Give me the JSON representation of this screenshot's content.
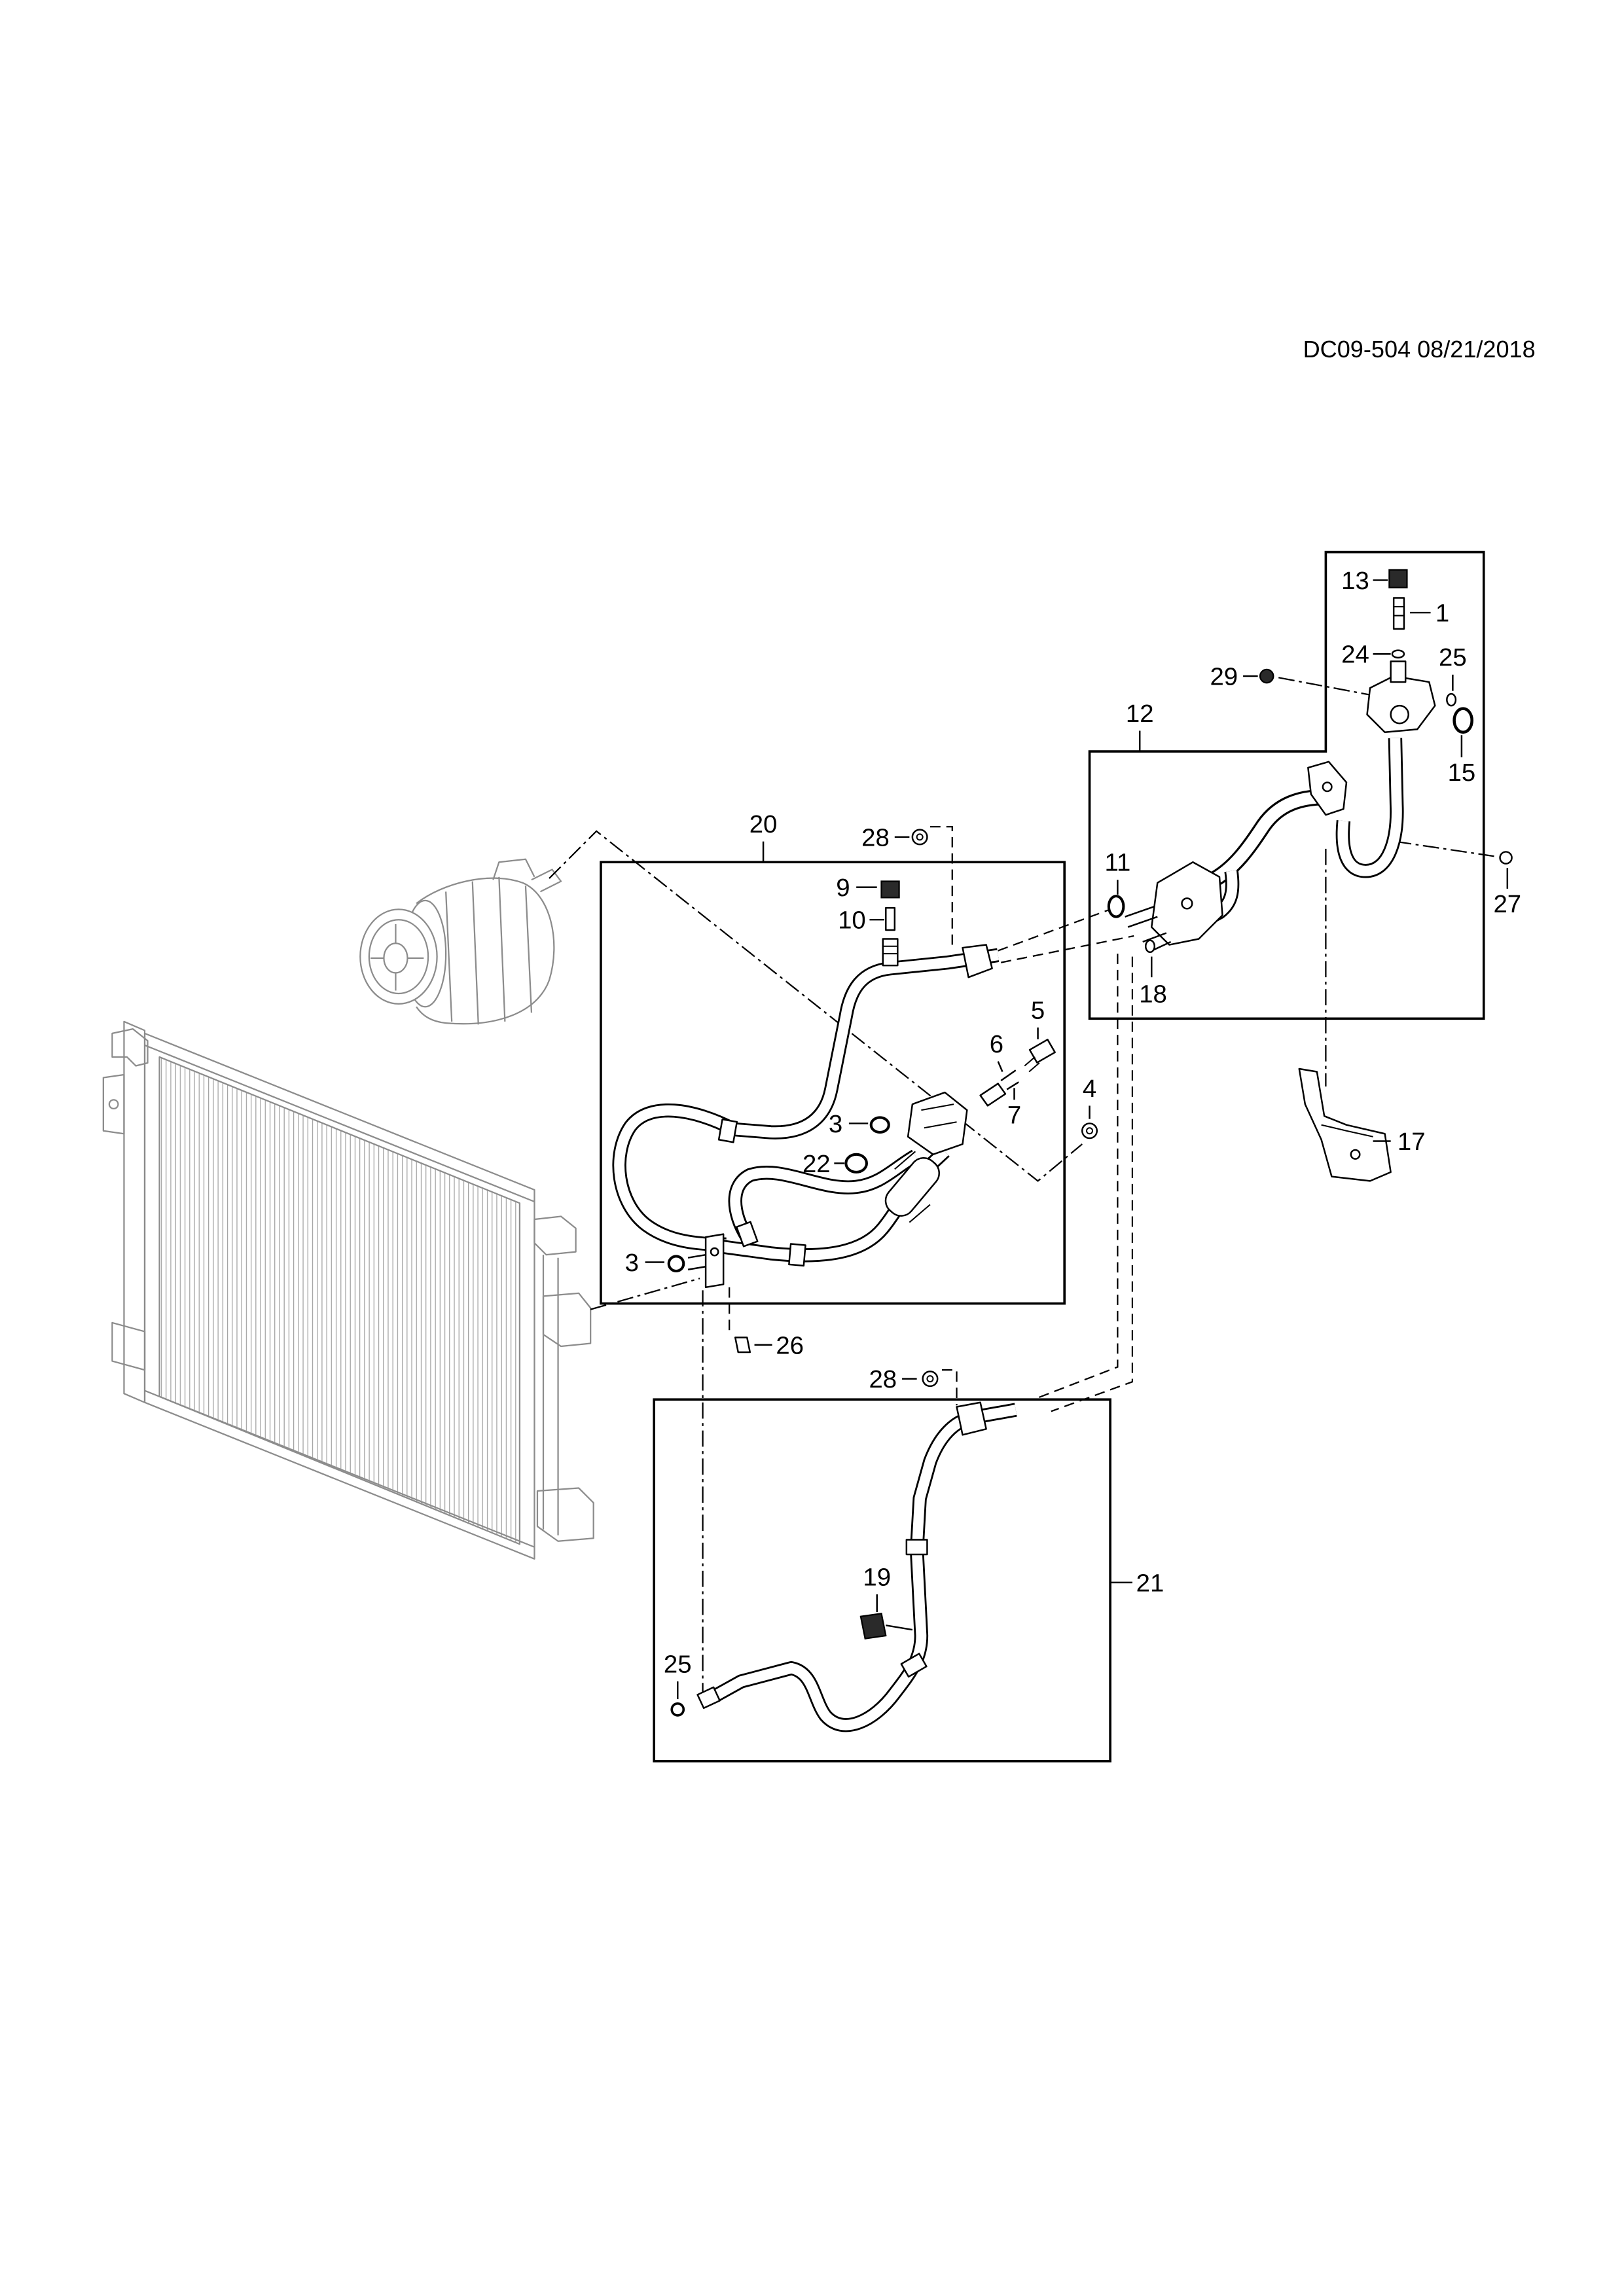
{
  "drawing_ref": "DC09-504 08/21/2018",
  "colors": {
    "line": "#000000",
    "reference_part": "#8c8c8c",
    "background": "#ffffff"
  },
  "callouts": {
    "group_12": "12",
    "group_20": "20",
    "group_21": "21",
    "part_1": "1",
    "part_3a": "3",
    "part_3b": "3",
    "part_4": "4",
    "part_5": "5",
    "part_6": "6",
    "part_7": "7",
    "part_9": "9",
    "part_10": "10",
    "part_11": "11",
    "part_13": "13",
    "part_15": "15",
    "part_17": "17",
    "part_18": "18",
    "part_19": "19",
    "part_22": "22",
    "part_24": "24",
    "part_25a": "25",
    "part_25b": "25",
    "part_26": "26",
    "part_27": "27",
    "part_28a": "28",
    "part_28b": "28",
    "part_29": "29"
  }
}
